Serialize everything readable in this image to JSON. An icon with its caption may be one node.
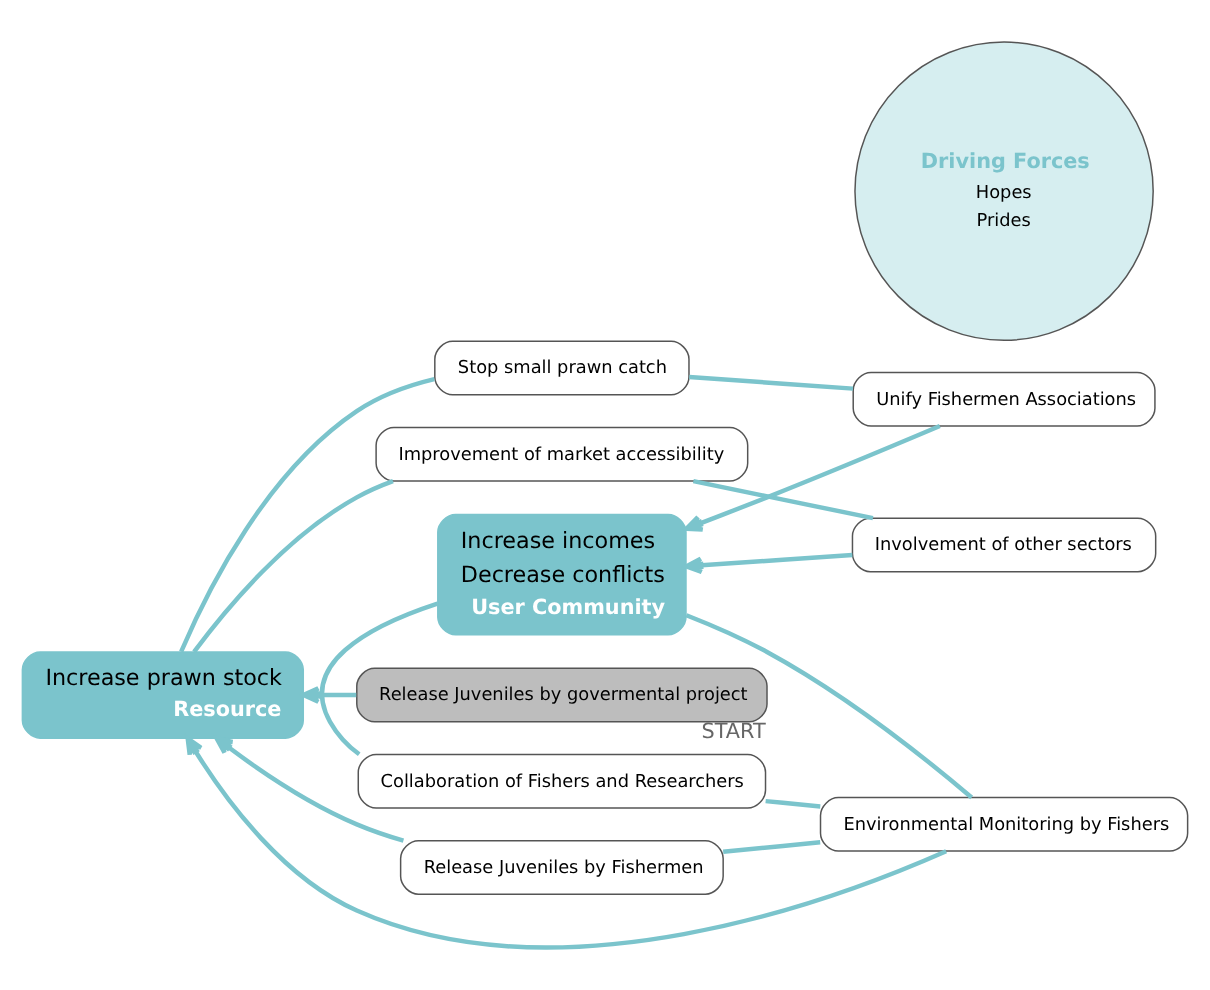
{
  "diagram": {
    "nodes": [
      {
        "text": [
          "Increase prawn stock",
          "Resource"
        ]
      },
      {
        "text": [
          "Driving Forces",
          "Hopes",
          "Prides"
        ]
      },
      {
        "text": [
          "Increase incomes",
          "Decrease conflicts",
          "User Community"
        ]
      },
      {
        "text": [
          "Improvement of market accessibility"
        ]
      },
      {
        "text": [
          "Involvement of other sectors"
        ]
      },
      {
        "text": [
          "Stop small prawn catch"
        ]
      },
      {
        "text": [
          "Unify Fishermen Associations"
        ]
      },
      {
        "text": [
          "Release Juveniles by govermental project"
        ],
        "beside": [
          "START"
        ]
      },
      {
        "text": [
          "Collaboration of Fishers and Researchers"
        ]
      },
      {
        "text": [
          "Environmental Monitoring by Fishers"
        ]
      },
      {
        "text": [
          "Release Juveniles by Fishermen"
        ]
      }
    ],
    "edges": [
      {
        "from": 0,
        "to": 3,
        "arrow": "none"
      },
      {
        "from": 3,
        "to": 4,
        "arrow": "none"
      },
      {
        "from": 4,
        "to": 2,
        "arrow": "to"
      },
      {
        "from": 0,
        "to": 5,
        "arrow": "none"
      },
      {
        "from": 5,
        "to": 6,
        "arrow": "none"
      },
      {
        "from": 6,
        "to": 2,
        "arrow": "to"
      },
      {
        "from": 2,
        "to": 8,
        "arrow": "none"
      },
      {
        "from": 8,
        "to": 9,
        "arrow": "none"
      },
      {
        "from": 9,
        "to": 0,
        "arrow": "to"
      },
      {
        "from": 2,
        "to": 9,
        "arrow": "none"
      },
      {
        "from": 9,
        "to": 10,
        "arrow": "none"
      },
      {
        "from": 10,
        "to": 0,
        "arrow": "to"
      },
      {
        "from": 7,
        "to": 0,
        "arrow": "to"
      }
    ]
  }
}
